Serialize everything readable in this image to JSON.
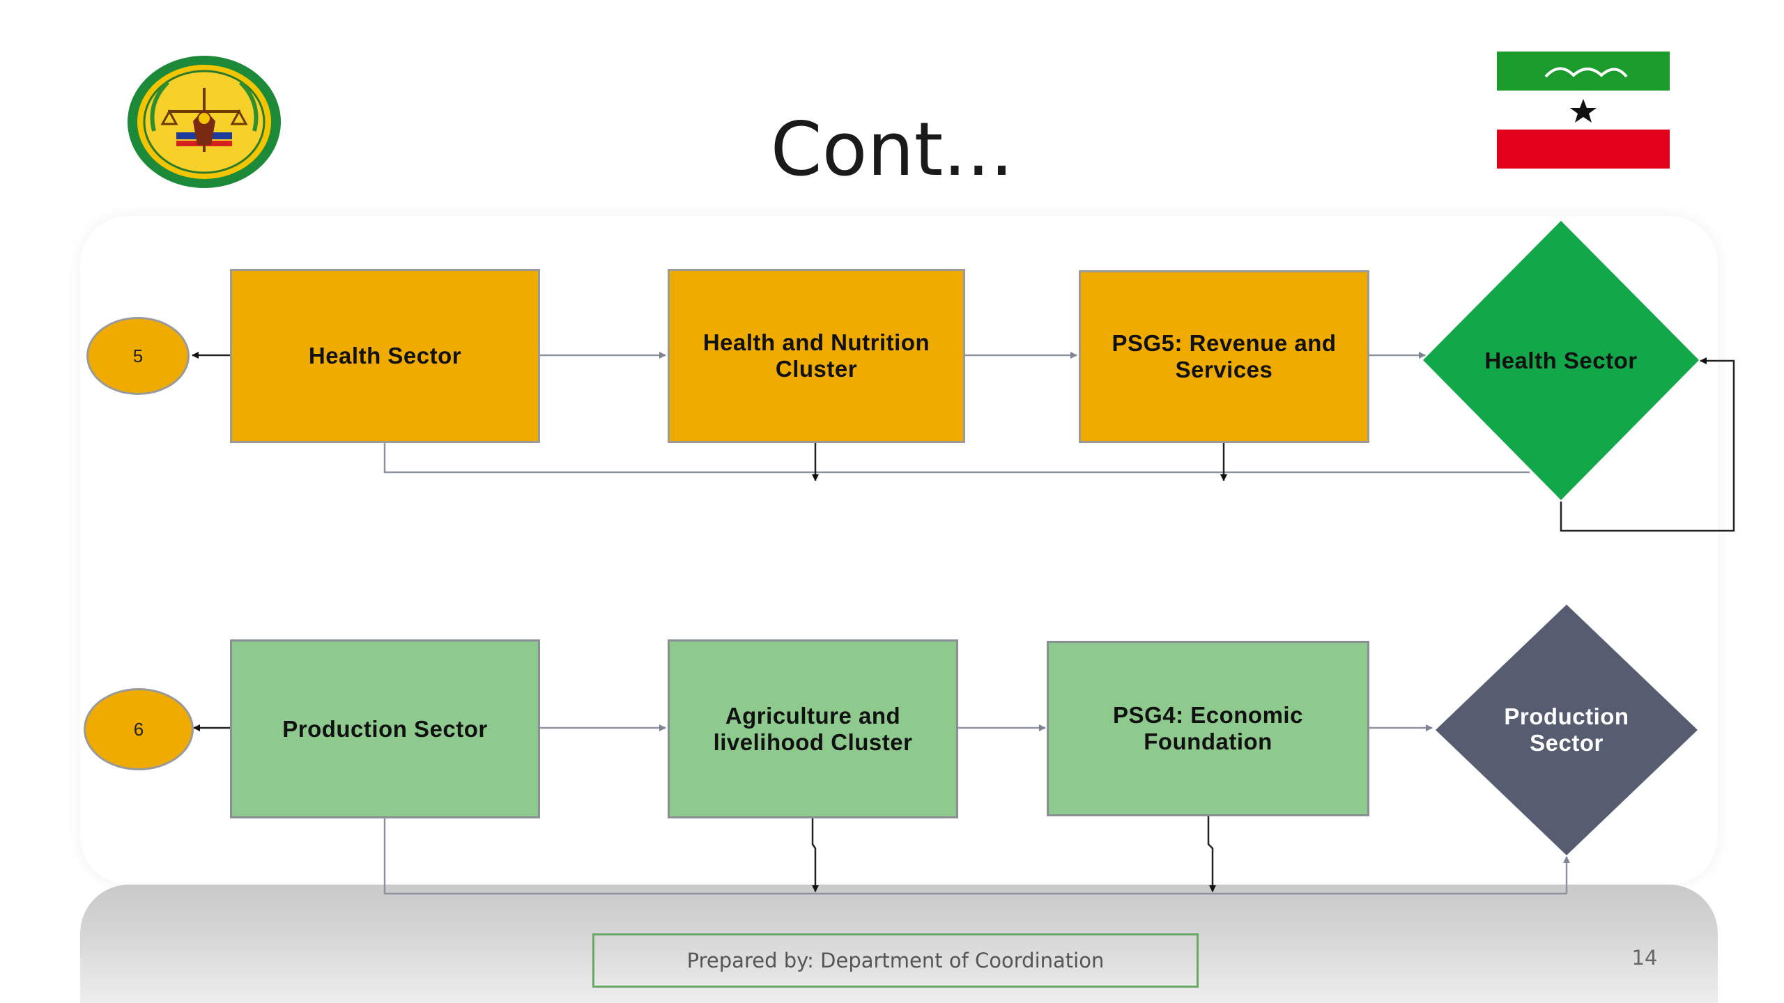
{
  "slide": {
    "title": "Cont...",
    "footer": "Prepared by: Department of Coordination",
    "page_number": "14"
  },
  "icons": {
    "logo": "coat-of-arms-emblem-icon",
    "flag": "somaliland-flag-icon"
  },
  "colors": {
    "orange": "#f0ab00",
    "green_box": "#8ec98e",
    "green_diamond": "#12a84a",
    "slate_diamond": "#565d70",
    "flag_green": "#1a9b2c",
    "flag_red": "#e3001b",
    "connector": "#8c92a0"
  },
  "rows": [
    {
      "number": "5",
      "boxes": [
        "Health Sector",
        "Health and Nutrition Cluster",
        "PSG5: Revenue and Services"
      ],
      "decision": "Health Sector"
    },
    {
      "number": "6",
      "boxes": [
        "Production Sector",
        "Agriculture and livelihood Cluster",
        "PSG4: Economic Foundation"
      ],
      "decision": "Production Sector"
    }
  ]
}
